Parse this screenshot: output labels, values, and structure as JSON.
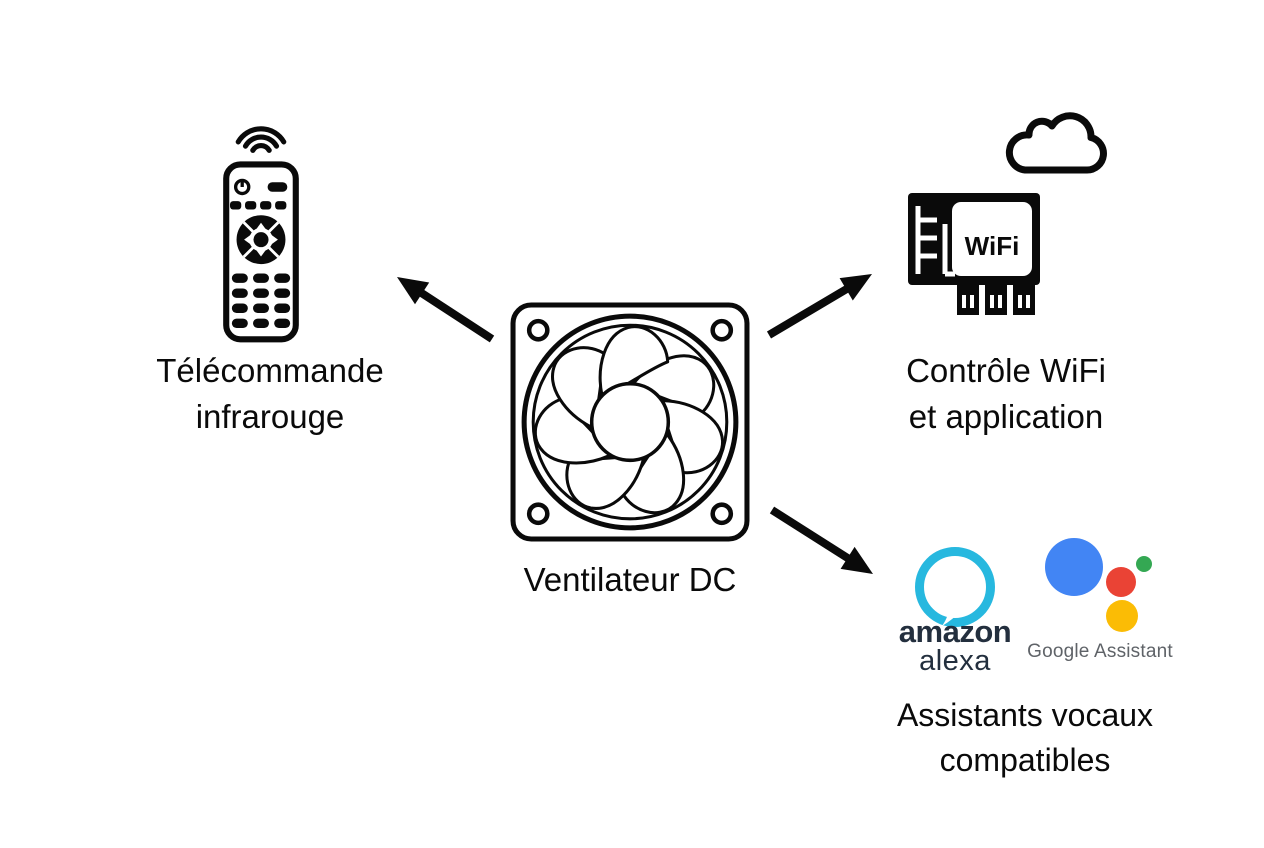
{
  "center": {
    "label": "Ventilateur DC"
  },
  "nodes": {
    "remote": {
      "label_line1": "Télécommande",
      "label_line2": "infrarouge"
    },
    "wifi": {
      "chip_text": "WiFi",
      "label_line1": "Contrôle WiFi",
      "label_line2": "et application"
    },
    "assistants": {
      "amazon_text": "amazon",
      "alexa_text": "alexa",
      "google_text": "Google Assistant",
      "label_line1": "Assistants vocaux",
      "label_line2": "compatibles"
    }
  },
  "colors": {
    "ink": "#0a0a0a",
    "alexa_cyan": "#27B8DF",
    "amazon_navy": "#232F3E",
    "google_blue": "#4285F4",
    "google_red": "#EA4335",
    "google_green": "#34A853",
    "google_yellow": "#FBBC05",
    "google_gray": "#5F6368"
  }
}
